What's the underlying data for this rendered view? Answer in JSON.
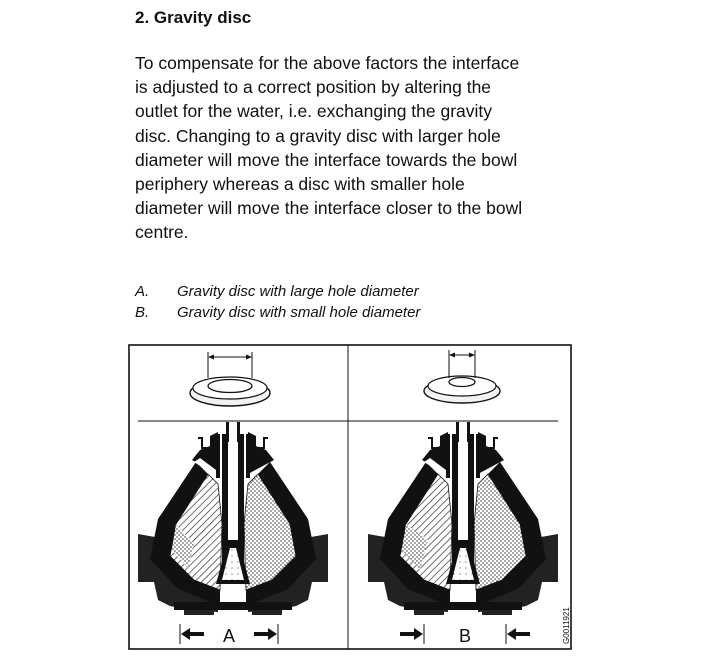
{
  "section": {
    "title": "2. Gravity disc",
    "paragraph_lines": [
      "To compensate for the above factors the interface",
      "is adjusted to a correct position by altering the",
      "outlet for the water, i.e. exchanging the gravity",
      "disc. Changing to a gravity disc with larger hole",
      "diameter will move the interface towards the bowl",
      "periphery whereas a disc with smaller hole",
      "diameter will move the interface closer to the bowl",
      "centre."
    ]
  },
  "legend": [
    {
      "letter": "A.",
      "text": "Gravity disc with large hole diameter"
    },
    {
      "letter": "B.",
      "text": "Gravity disc with small hole diameter"
    }
  ],
  "figure": {
    "panel_a_label": "A",
    "panel_b_label": "B",
    "code": "G0011921"
  }
}
